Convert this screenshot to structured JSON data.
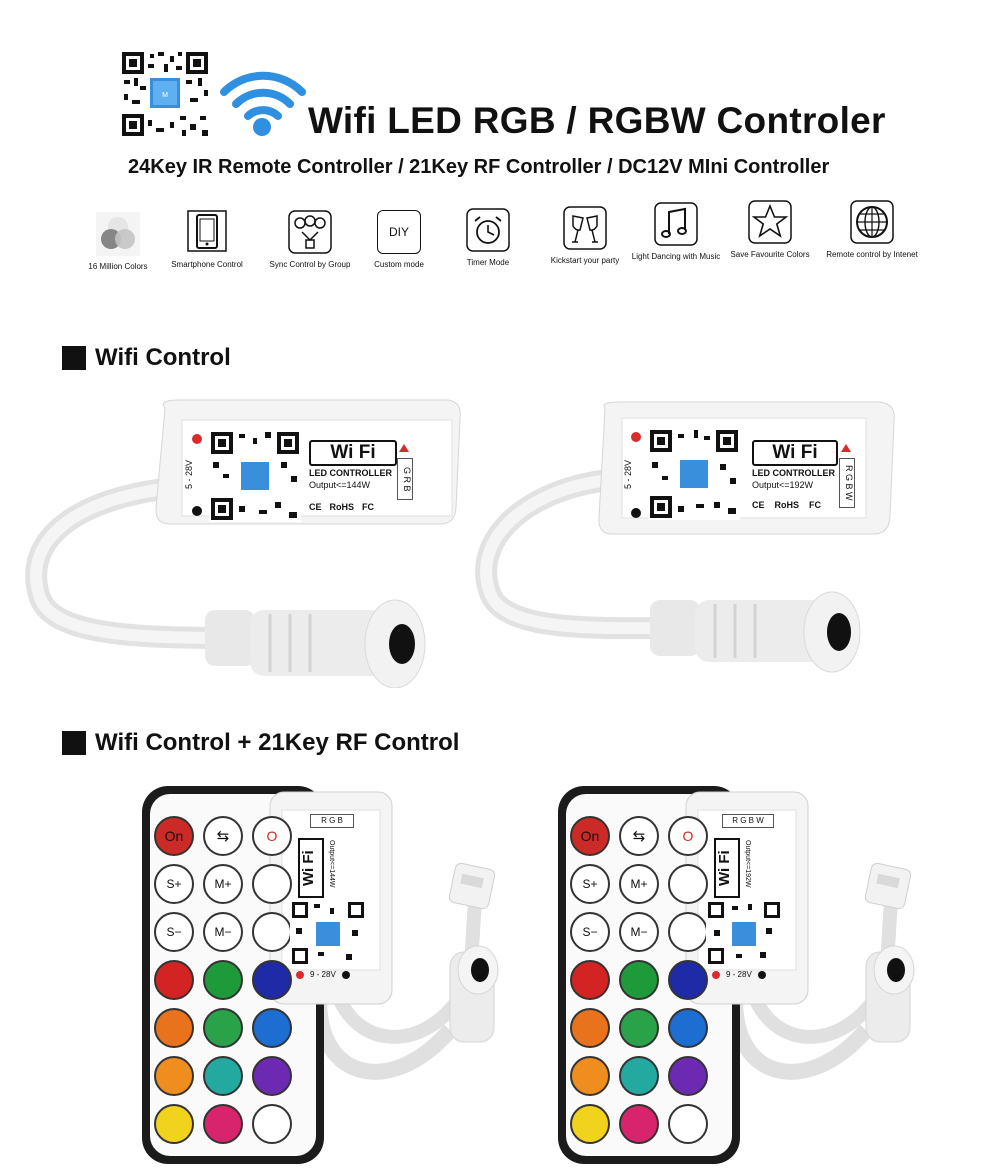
{
  "header": {
    "title": "Wifi LED RGB / RGBW Controler",
    "subtitle": "24Key IR Remote Controller / 21Key RF Controller / DC12V MIni Controller"
  },
  "features": [
    {
      "label": "16 Million Colors",
      "icon": "color-wheel-icon"
    },
    {
      "label": "Smartphone Control",
      "icon": "smartphone-icon"
    },
    {
      "label": "Sync Control by Group",
      "icon": "group-sync-icon"
    },
    {
      "label": "Custom mode",
      "icon": "diy-icon",
      "icon_text": "DIY"
    },
    {
      "label": "Timer Mode",
      "icon": "alarm-clock-icon"
    },
    {
      "label": "Kickstart your party",
      "icon": "cheers-icon"
    },
    {
      "label": "Light Dancing with Music",
      "icon": "music-note-icon"
    },
    {
      "label": "Save Favourite Colors",
      "icon": "star-icon"
    },
    {
      "label": "Remote control by Intenet",
      "icon": "globe-icon"
    }
  ],
  "sections": {
    "wifi": {
      "title": "Wifi Control",
      "devices": [
        {
          "brand": "Wi Fi",
          "product": "LED CONTROLLER",
          "output": "Output<=144W",
          "voltage": "5 - 28V",
          "channels": "G R B",
          "certs": [
            "CE",
            "RoHS",
            "FC"
          ]
        },
        {
          "brand": "Wi Fi",
          "product": "LED CONTROLLER",
          "output": "Output<=192W",
          "voltage": "5 - 28V",
          "channels": "R G B W",
          "certs": [
            "CE",
            "RoHS",
            "FC"
          ]
        }
      ]
    },
    "rf": {
      "title": "Wifi Control + 21Key RF Control",
      "devices": [
        {
          "controller_channels": "R G B",
          "brand": "Wi Fi",
          "voltage": "9 - 28V",
          "output": "Output<=144W"
        },
        {
          "controller_channels": "R G B W",
          "brand": "Wi Fi",
          "voltage": "9 - 28V",
          "output": "Output<=192W"
        }
      ],
      "remote_keys": [
        "On",
        "⇆",
        "O",
        "S+",
        "M+",
        "",
        "S−",
        "M−",
        ""
      ]
    }
  },
  "colors": {
    "wifi_blue": "#2f8fe0",
    "heading": "#111111",
    "remote_red": "#cc2a26",
    "remote_rows": [
      [
        "#d42323",
        "#1f9a3a",
        "#1f2aa6"
      ],
      [
        "#e8731c",
        "#2aa24a",
        "#1e6ed1"
      ],
      [
        "#ef8d1e",
        "#23a9a0",
        "#6b2ab1"
      ],
      [
        "#f1d21c",
        "#d8246c",
        "#ffffff"
      ]
    ]
  }
}
